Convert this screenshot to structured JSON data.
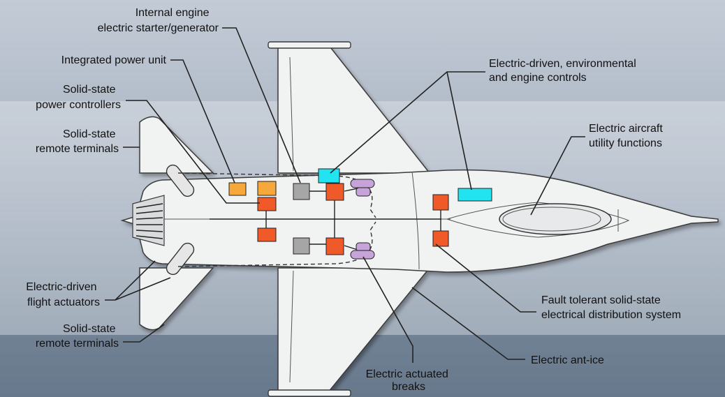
{
  "labels": {
    "starter": [
      "Internal engine",
      "electric starter/generator"
    ],
    "ipu": [
      "Integrated power unit"
    ],
    "sspc": [
      "Solid-state",
      "power controllers"
    ],
    "ssrt_top": [
      "Solid-state",
      "remote terminals"
    ],
    "flight_act": [
      "Electric-driven",
      "flight actuators"
    ],
    "ssrt_bottom": [
      "Solid-state",
      "remote terminals"
    ],
    "brakes": [
      "Electric actuated",
      "breaks"
    ],
    "env_controls": [
      "Electric-driven, environmental",
      "and engine controls"
    ],
    "utility": [
      "Electric aircraft",
      "utility functions"
    ],
    "distribution": [
      "Fault tolerant solid-state",
      "electrical distribution system"
    ],
    "anti_ice": [
      "Electric ant-ice"
    ]
  },
  "colors": {
    "power_unit": "#f6a83a",
    "power_controller": "#ef5a28",
    "starter_generator": "#a6a6a6",
    "environmental": "#22e3f0",
    "actuator": "#c6a3d8",
    "airframe": "#f1f2f2"
  }
}
